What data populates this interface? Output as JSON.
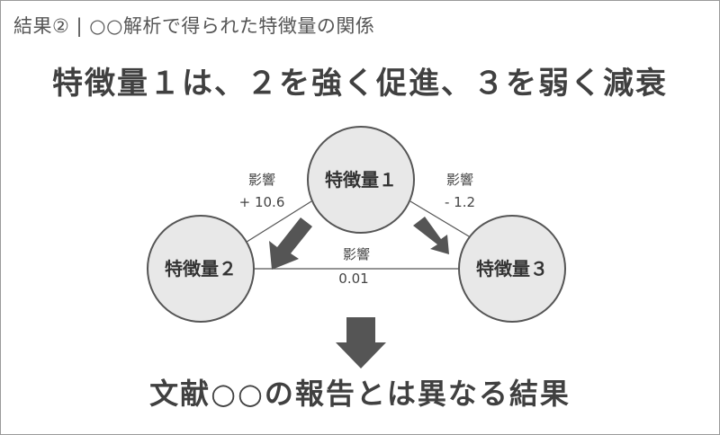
{
  "header": {
    "heading": "結果② | ○○解析で得られた特徴量の関係",
    "title": "特徴量１は、２を強く促進、３を弱く減衰"
  },
  "nodes": {
    "n1": "特徴量１",
    "n2": "特徴量２",
    "n3": "特徴量３"
  },
  "edges": {
    "e12": {
      "label": "影響",
      "value": "+ 10.6"
    },
    "e13": {
      "label": "影響",
      "value": "- 1.2"
    },
    "e23": {
      "label": "影響",
      "value": "0.01"
    }
  },
  "conclusion": "文献○○の報告とは異なる結果",
  "colors": {
    "node_fill": "#e8e8e8",
    "node_stroke": "#555555",
    "arrow": "#555555",
    "text": "#404040"
  }
}
